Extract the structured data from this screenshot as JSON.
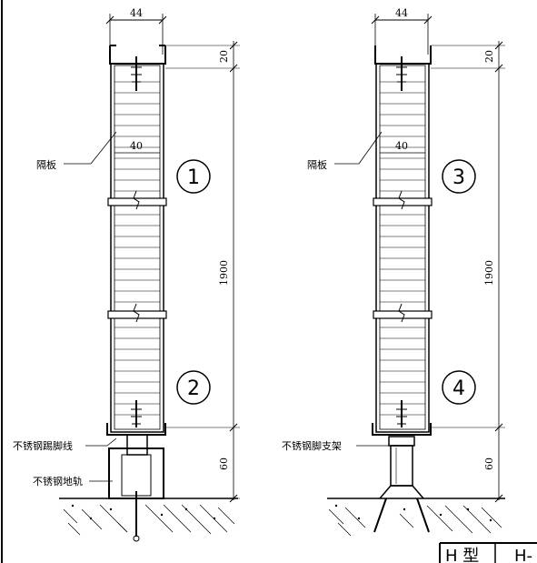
{
  "dims": {
    "width_top": "44",
    "top_offset": "20",
    "inner_width": "40",
    "total_height": "1900",
    "base_height": "60"
  },
  "left_panel": {
    "partition_label": "隔板",
    "skirting_label": "不锈钢踢脚线",
    "track_label": "不锈钢地轨",
    "markers": [
      "1",
      "2"
    ]
  },
  "right_panel": {
    "partition_label": "隔板",
    "support_label": "不锈钢脚支架",
    "markers": [
      "3",
      "4"
    ]
  },
  "title_block": {
    "type_label": "H 型",
    "code_label": "H-"
  }
}
